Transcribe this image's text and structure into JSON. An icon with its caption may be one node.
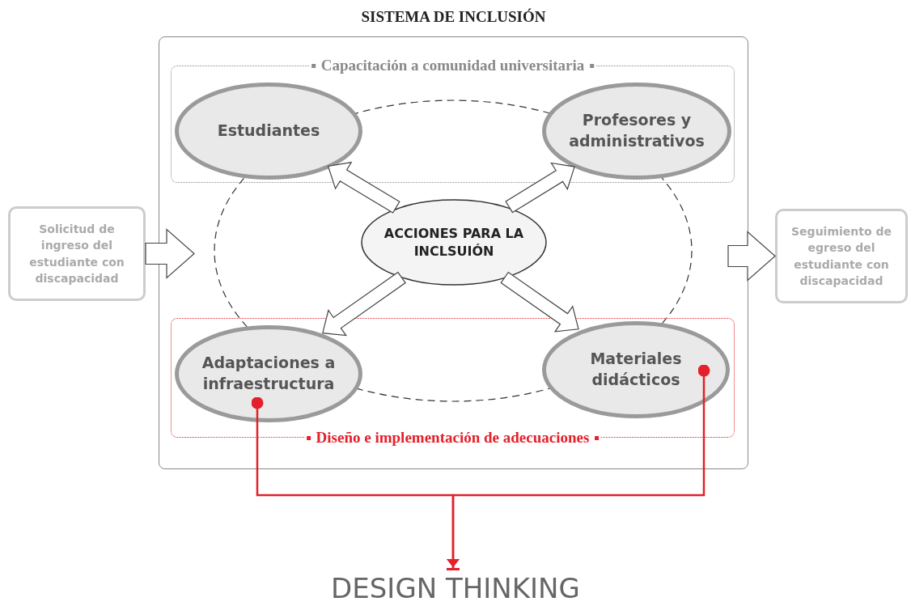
{
  "diagram": {
    "nodes": [
      {
        "text": [
          "SISTEMA DE INCLUSIÓN"
        ]
      },
      {
        "text": [
          "Capacitación a comunidad universitaria"
        ],
        "in": 0
      },
      {
        "text": [
          "Estudiantes"
        ],
        "in": 1
      },
      {
        "text": [
          "Profesores y administrativos"
        ],
        "in": 1
      },
      {
        "text": [
          "ACCIONES PARA LA INCLSUIÓN"
        ],
        "in": 0
      },
      {
        "text": [
          "Diseño e implementación de adecuaciones"
        ],
        "in": 0
      },
      {
        "text": [
          "Adaptaciones a infraestructura"
        ],
        "in": 5
      },
      {
        "text": [
          "Materiales didácticos"
        ],
        "in": 5
      },
      {
        "text": [
          "Solicitud de ingreso del estudiante con discapacidad"
        ]
      },
      {
        "text": [
          "Seguimiento de egreso del estudiante con discapacidad"
        ]
      },
      {
        "text": [
          "DESIGN THINKING"
        ]
      }
    ],
    "edges": [
      {
        "from": 4,
        "to": 2,
        "arrow": "to"
      },
      {
        "from": 4,
        "to": 3,
        "arrow": "to"
      },
      {
        "from": 4,
        "to": 6,
        "arrow": "to"
      },
      {
        "from": 4,
        "to": 7,
        "arrow": "to"
      },
      {
        "from": 8,
        "to": 0,
        "arrow": "to"
      },
      {
        "from": 0,
        "to": 9,
        "arrow": "to"
      },
      {
        "from": 6,
        "to": 10,
        "arrow": "to",
        "color": "#e4202b"
      },
      {
        "from": 7,
        "to": 10,
        "arrow": "to",
        "color": "#e4202b"
      }
    ]
  }
}
